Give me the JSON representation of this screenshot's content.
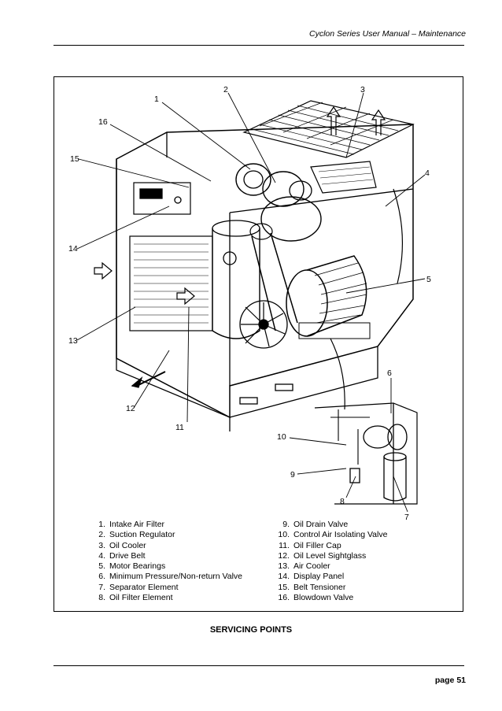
{
  "header": {
    "title": "Cyclon Series User Manual – Maintenance"
  },
  "diagram": {
    "callouts": [
      "1",
      "2",
      "3",
      "4",
      "5",
      "6",
      "7",
      "8",
      "9",
      "10",
      "11",
      "12",
      "13",
      "14",
      "15",
      "16"
    ]
  },
  "legend": {
    "left": [
      {
        "num": "1.",
        "label": "Intake Air Filter"
      },
      {
        "num": "2.",
        "label": "Suction Regulator"
      },
      {
        "num": "3.",
        "label": "Oil Cooler"
      },
      {
        "num": "4.",
        "label": "Drive Belt"
      },
      {
        "num": "5.",
        "label": "Motor Bearings"
      },
      {
        "num": "6.",
        "label": "Minimum Pressure/Non-return Valve"
      },
      {
        "num": "7.",
        "label": "Separator Element"
      },
      {
        "num": "8.",
        "label": "Oil Filter Element"
      }
    ],
    "right": [
      {
        "num": "9.",
        "label": "Oil Drain Valve"
      },
      {
        "num": "10.",
        "label": "Control Air Isolating Valve"
      },
      {
        "num": "11.",
        "label": "Oil Filler Cap"
      },
      {
        "num": "12.",
        "label": "Oil Level Sightglass"
      },
      {
        "num": "13.",
        "label": "Air Cooler"
      },
      {
        "num": "14.",
        "label": "Display Panel"
      },
      {
        "num": "15.",
        "label": "Belt Tensioner"
      },
      {
        "num": "16.",
        "label": "Blowdown Valve"
      }
    ]
  },
  "caption": "SERVICING POINTS",
  "footer": {
    "page": "page 51"
  }
}
